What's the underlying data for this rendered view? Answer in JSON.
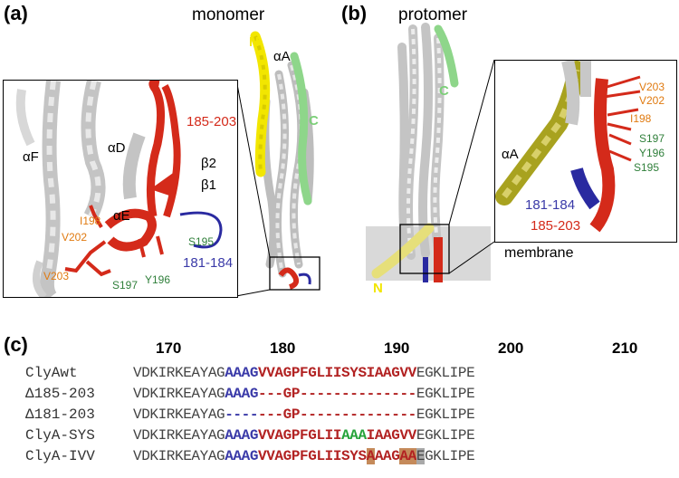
{
  "panels": {
    "a": {
      "label": "(a)",
      "title": "monomer",
      "n_label": "N",
      "c_label": "C",
      "alpha_a": "αA",
      "inset": {
        "alpha_f": "αF",
        "alpha_d": "αD",
        "alpha_e": "αE",
        "beta2": "β2",
        "beta1": "β1",
        "range_red": "185-203",
        "range_blue": "181-184",
        "residues": {
          "i198": "I198",
          "v202": "V202",
          "v203": "V203",
          "s195": "S195",
          "s197": "S197",
          "y196": "Y196"
        }
      }
    },
    "b": {
      "label": "(b)",
      "title": "protomer",
      "n_label": "N",
      "c_label": "C",
      "membrane": "membrane",
      "inset": {
        "alpha_a": "αA",
        "range_blue": "181-184",
        "range_red": "185-203",
        "residues": {
          "v203": "V203",
          "v202": "V202",
          "i198": "I198",
          "s197": "S197",
          "y196": "Y196",
          "s195": "S195"
        }
      }
    },
    "c": {
      "label": "(c)",
      "ruler": [
        "170",
        "180",
        "190",
        "200",
        "210"
      ],
      "rows": [
        {
          "name": "ClyAwt",
          "segs": [
            [
              "VDKIRKEAYAG",
              "grey"
            ],
            [
              "AAAG",
              "blue"
            ],
            [
              "VVAGPFGLIISYSIAAGVV",
              "red"
            ],
            [
              "EGKLIPE",
              "grey"
            ]
          ]
        },
        {
          "name": "Δ185-203",
          "segs": [
            [
              "VDKIRKEAYAG",
              "grey"
            ],
            [
              "AAAG",
              "blue"
            ],
            [
              "---GP--------------",
              "red"
            ],
            [
              "EGKLIPE",
              "grey"
            ]
          ]
        },
        {
          "name": "Δ181-203",
          "segs": [
            [
              "VDKIRKEAYAG",
              "grey"
            ],
            [
              "----",
              "blue"
            ],
            [
              "---GP--------------",
              "red"
            ],
            [
              "EGKLIPE",
              "grey"
            ]
          ]
        },
        {
          "name": "ClyA-SYS",
          "segs": [
            [
              "VDKIRKEAYAG",
              "grey"
            ],
            [
              "AAAG",
              "blue"
            ],
            [
              "VVAGPFGLII",
              "red"
            ],
            [
              "AAA",
              "green"
            ],
            [
              "IAAGVV",
              "red"
            ],
            [
              "EGKLIPE",
              "grey"
            ]
          ]
        },
        {
          "name": "ClyA-IVV",
          "segs": [
            [
              "VDKIRKEAYAG",
              "grey"
            ],
            [
              "AAAG",
              "blue"
            ],
            [
              "VVAGPFGLIISYS",
              "red"
            ],
            [
              "A",
              "hl"
            ],
            [
              "AAG",
              "red"
            ],
            [
              "AA",
              "hl"
            ],
            [
              "E",
              "hl2"
            ],
            [
              "GKLIPE",
              "grey"
            ]
          ]
        }
      ]
    }
  },
  "colors": {
    "yellow": "#f2e600",
    "olive": "#a8a21f",
    "red": "#d42a1a",
    "blue": "#2a2aa0",
    "green": "#8ed68a",
    "grey": "#c8c8c8",
    "membrane": "#d9d9d9",
    "orange_label": "#e07a10",
    "green_label": "#2f7f3a",
    "blue_label": "#3a3aa8"
  }
}
